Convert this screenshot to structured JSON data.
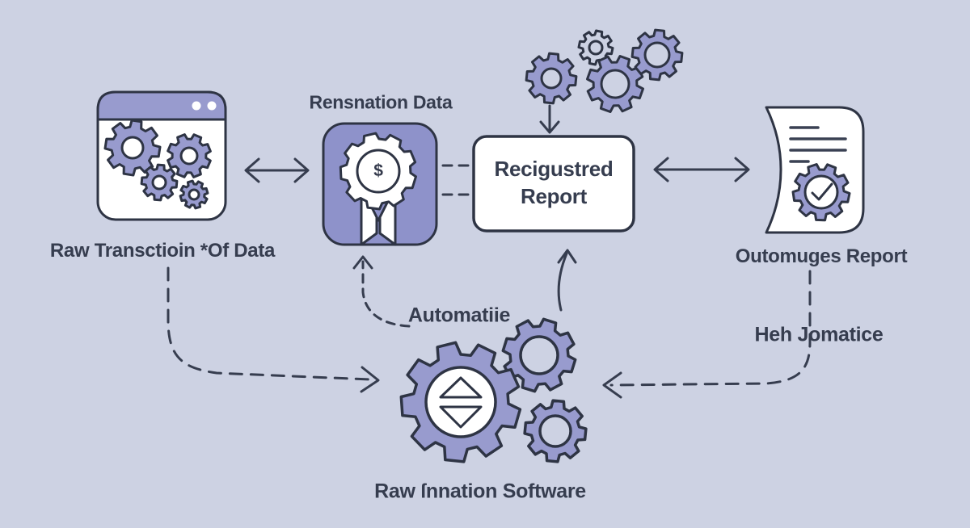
{
  "colors": {
    "background": "#cdd2e3",
    "purple": "#989bce",
    "purpleDeep": "#8e92ca",
    "outline": "#2e3444",
    "text": "#363d4f",
    "white": "#fdfdfe"
  },
  "labels": {
    "badge_title": "Rensnation Data",
    "browser_caption": "Raw Transctioin *Of Data",
    "report_line1": "Recigustred",
    "report_line2": "Report",
    "document_caption": "Outomuges Report",
    "automation_label": "Automatiie",
    "right_label": "Heh Jomatice",
    "software_label": "Raw ſnnation Software",
    "dollar_sign": "$"
  },
  "icons": {
    "browser": "browser-gears-icon",
    "badge": "money-badge-icon",
    "top_cluster": "gears-cluster-icon",
    "document": "document-check-icon",
    "software": "automation-gears-icon"
  }
}
